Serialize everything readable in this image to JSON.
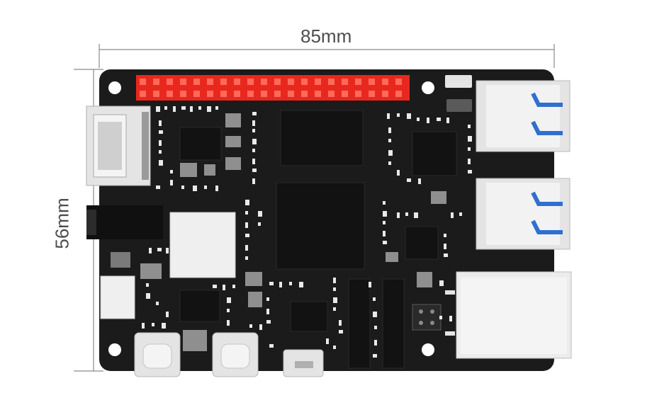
{
  "dimensions": {
    "width_label": "85mm",
    "height_label": "56mm"
  },
  "colors": {
    "pcb": "#1b1b1b",
    "header_pins": "#e8281e",
    "metal": "#e4e4e4",
    "usb_blue": "#2f6fd0",
    "chip": "#121212",
    "component": "#9a9a9a",
    "dimension_line": "#8a8a8a"
  },
  "components": [
    "gpio-header",
    "hdmi-port",
    "usb-a-port-top",
    "usb-a-port-bottom",
    "ethernet-port",
    "usb-c-port-left",
    "usb-c-port-right",
    "micro-usb-port",
    "audio-jack",
    "soc-chip",
    "ram-chip"
  ]
}
